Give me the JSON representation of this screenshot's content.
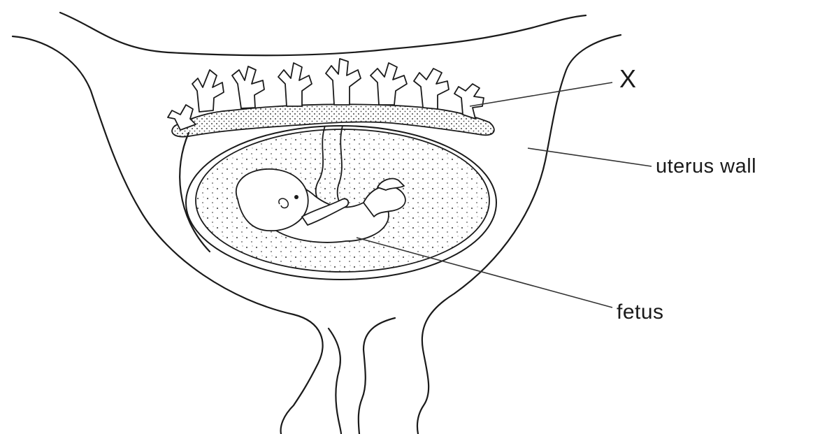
{
  "labels": {
    "x": "X",
    "uterus_wall": "uterus wall",
    "fetus": "fetus"
  },
  "colors": {
    "line": "#1a1a1a",
    "stipple": "#555555",
    "background": "#ffffff"
  }
}
